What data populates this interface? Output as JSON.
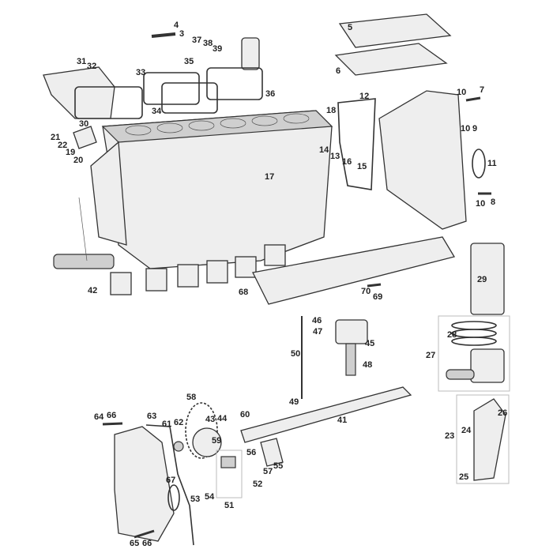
{
  "diagram": {
    "type": "exploded-parts-view",
    "labels": [
      "4",
      "3",
      "37",
      "38",
      "39",
      "35",
      "31",
      "32",
      "33",
      "36",
      "34",
      "30",
      "21",
      "22",
      "19",
      "20",
      "5",
      "6",
      "10",
      "7",
      "12",
      "18",
      "10",
      "9",
      "11",
      "14",
      "13",
      "16",
      "15",
      "17",
      "10",
      "8",
      "42",
      "29",
      "68",
      "70",
      "69",
      "46",
      "47",
      "45",
      "28",
      "27",
      "50",
      "48",
      "49",
      "58",
      "64",
      "66",
      "63",
      "43",
      "44",
      "61",
      "62",
      "60",
      "41",
      "26",
      "23",
      "24",
      "59",
      "56",
      "55",
      "57",
      "67",
      "25",
      "52",
      "53",
      "54",
      "51",
      "65",
      "66"
    ]
  }
}
